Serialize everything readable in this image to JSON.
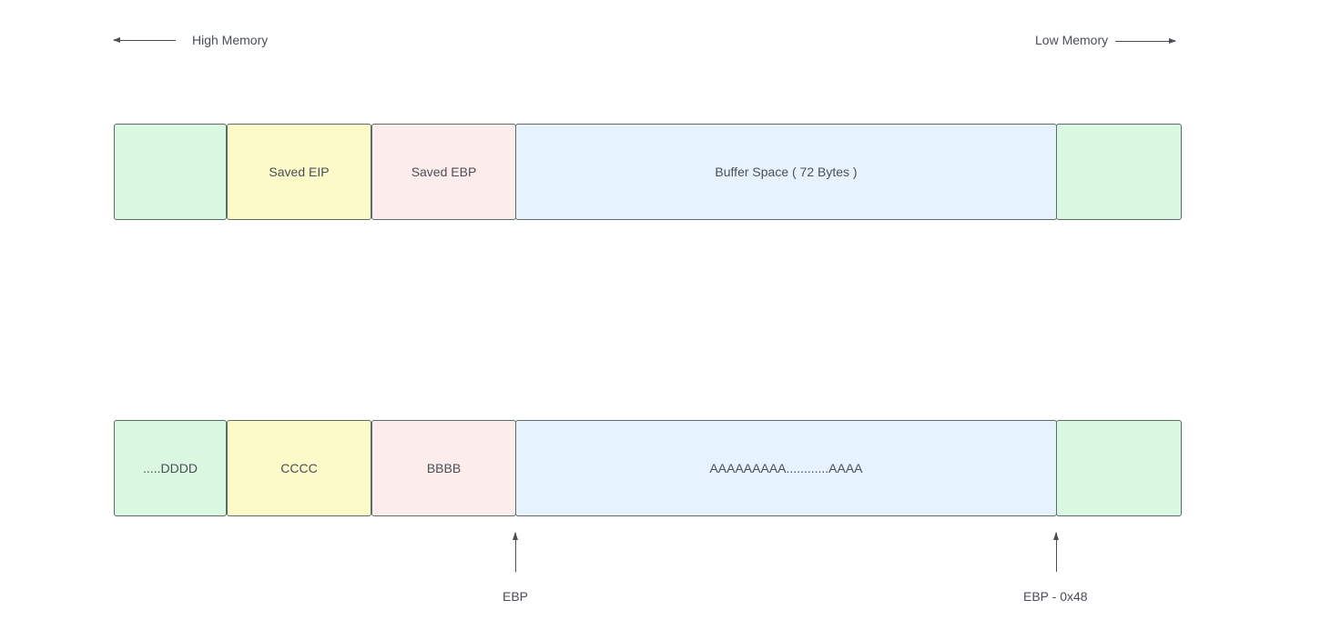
{
  "header": {
    "high_memory": "High Memory",
    "low_memory": "Low Memory"
  },
  "stack_layout": {
    "cells": [
      "",
      "Saved EIP",
      "Saved EBP",
      "Buffer Space ( 72 Bytes )",
      ""
    ]
  },
  "payload_layout": {
    "cells": [
      ".....DDDD",
      "CCCC",
      "BBBB",
      "AAAAAAAAA............AAAA",
      ""
    ]
  },
  "pointers": {
    "ebp": "EBP",
    "ebp_offset": "EBP - 0x48"
  },
  "colors": {
    "green": "#d9f7e1",
    "yellow": "#fbfac8",
    "pink": "#fdecec",
    "blue": "#e6f3fd",
    "stroke": "#5b6b66",
    "text": "#4a4f57"
  }
}
